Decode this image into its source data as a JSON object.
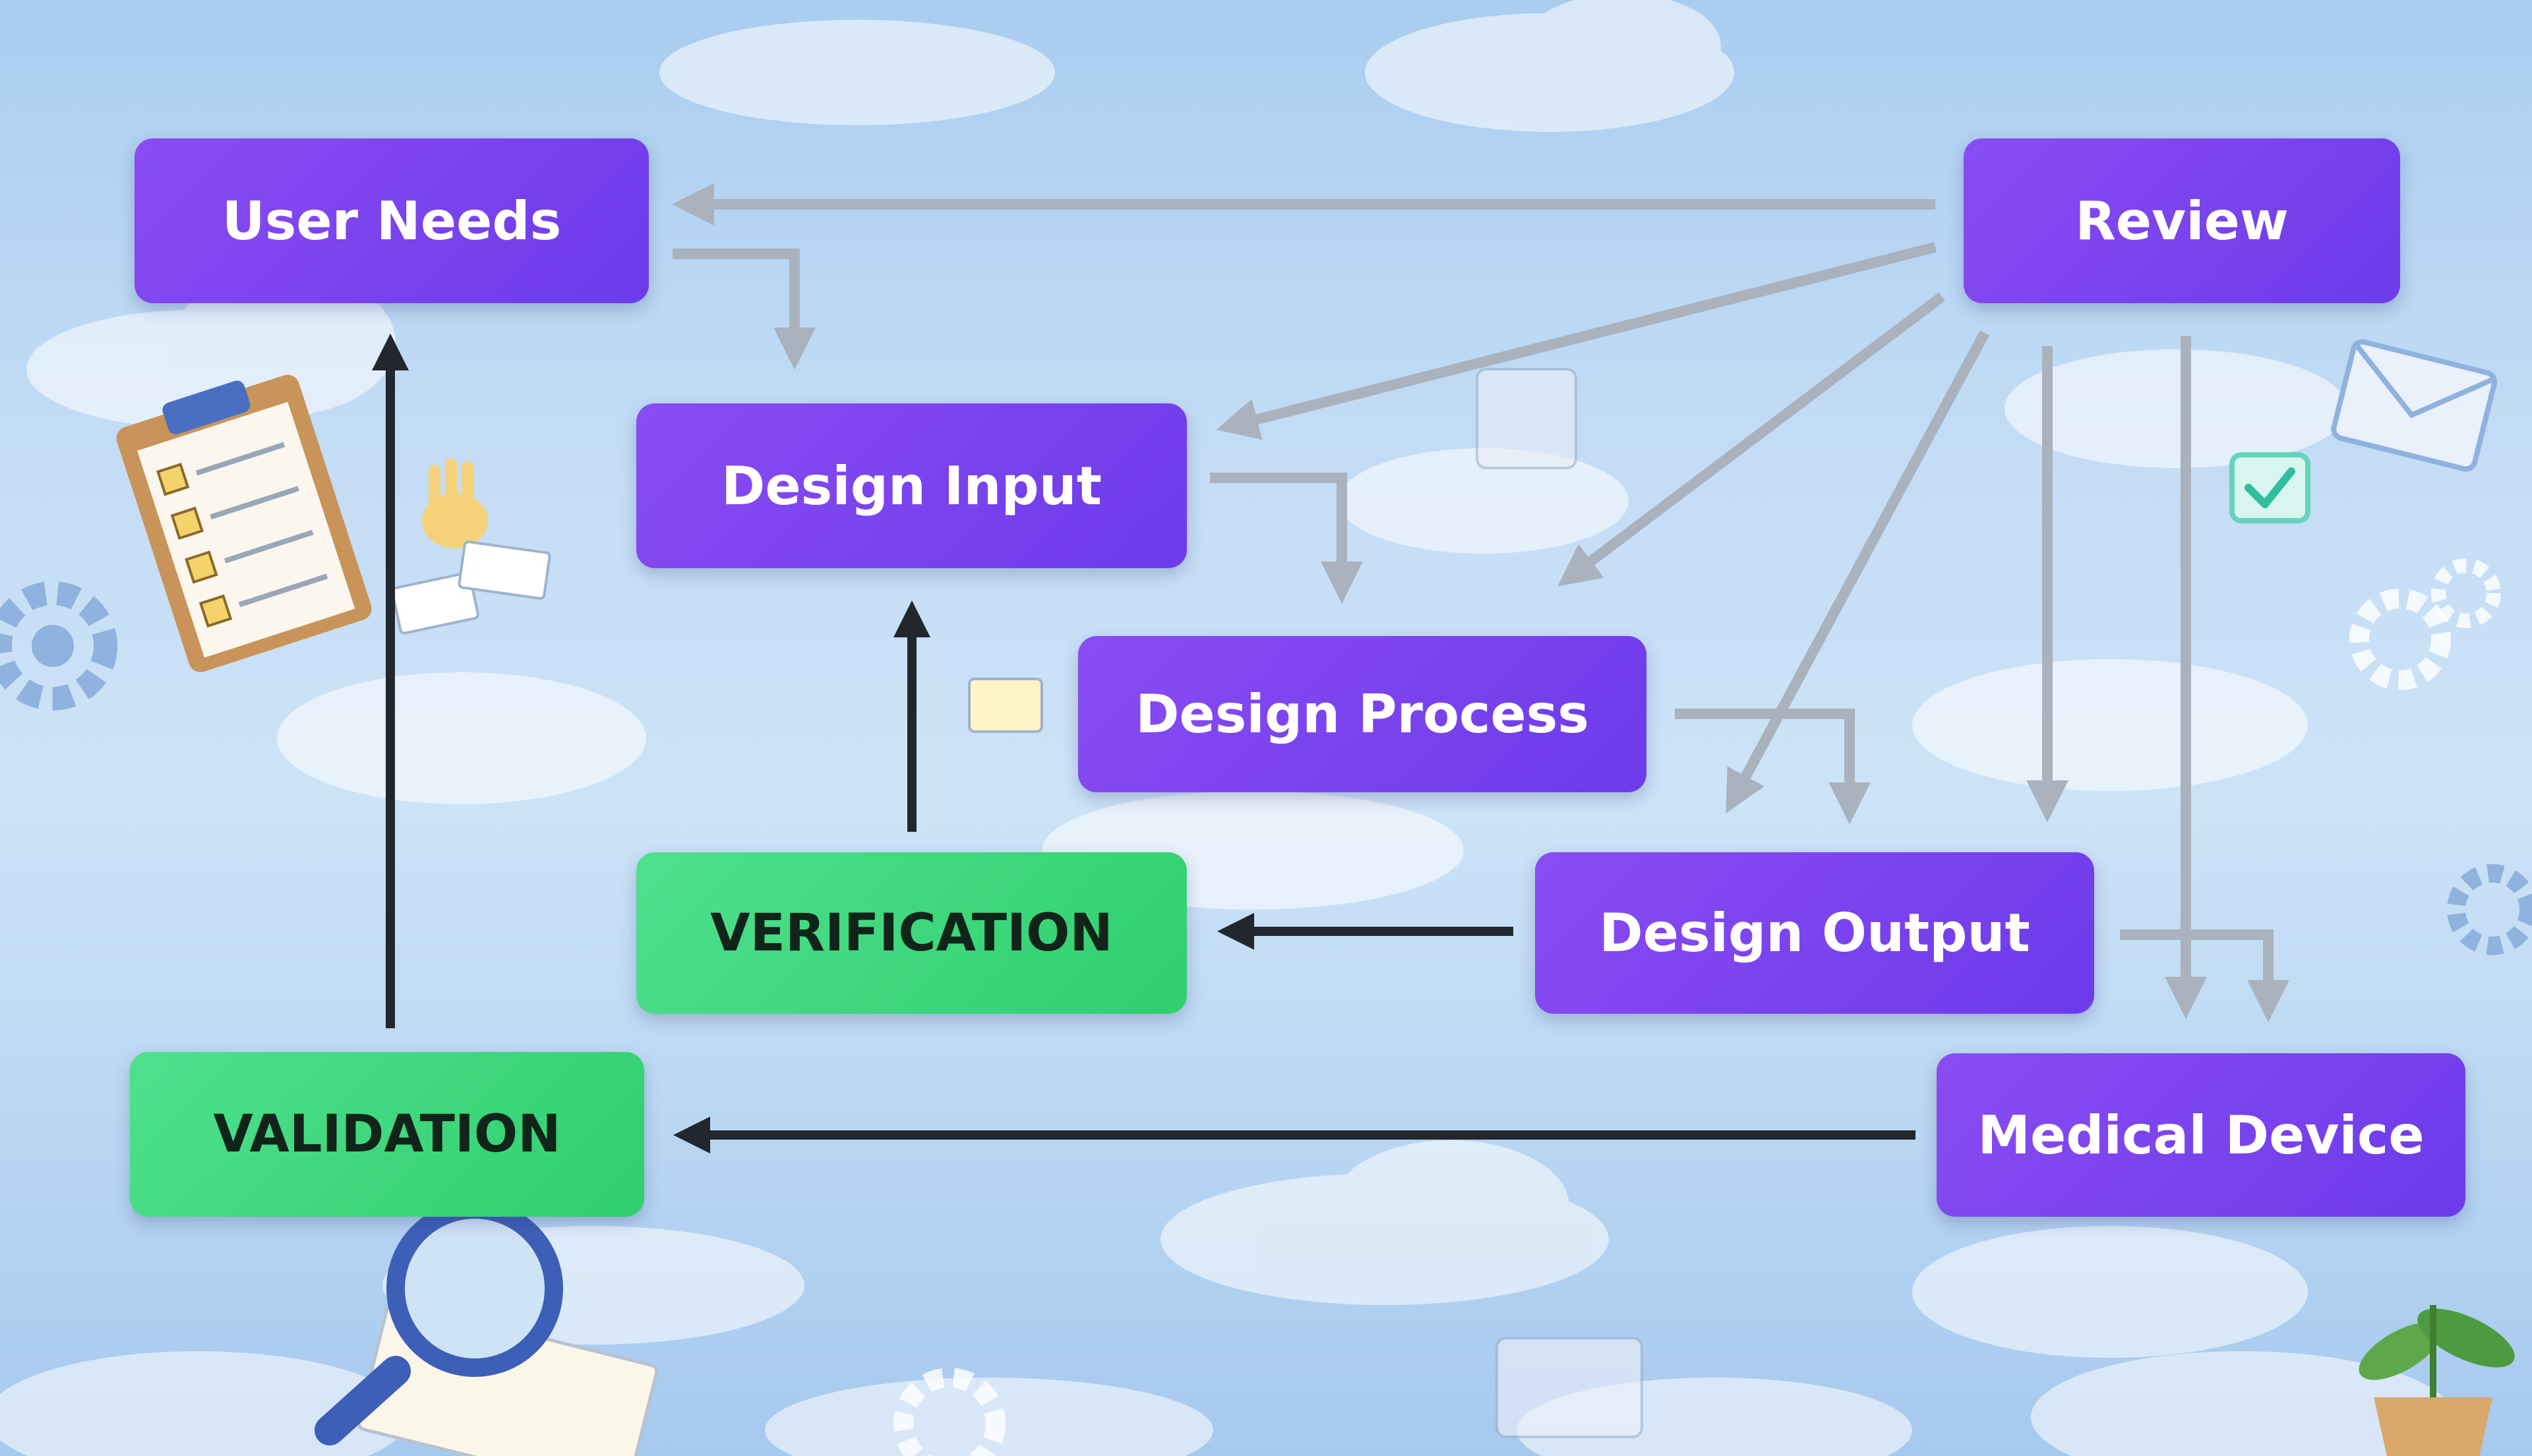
{
  "nodes": {
    "user_needs": "User Needs",
    "review": "Review",
    "design_input": "Design Input",
    "design_process": "Design Process",
    "verification": "VERIFICATION",
    "design_output": "Design Output",
    "validation": "VALIDATION",
    "medical_device": "Medical Device"
  },
  "colors": {
    "phase_node": "#7a44ef",
    "check_node": "#3ed87d",
    "review_arrow": "#a9b2bd",
    "flow_arrow": "#22272e",
    "background": "#bcd8f4"
  },
  "edges": [
    {
      "from": "review",
      "to": "user_needs",
      "style": "gray"
    },
    {
      "from": "user_needs",
      "to": "design_input",
      "style": "gray"
    },
    {
      "from": "review",
      "to": "design_input",
      "style": "gray"
    },
    {
      "from": "review",
      "to": "design_process",
      "style": "gray"
    },
    {
      "from": "review",
      "to": "design_output",
      "style": "gray"
    },
    {
      "from": "review",
      "to": "medical_device",
      "style": "gray"
    },
    {
      "from": "design_input",
      "to": "design_process",
      "style": "gray"
    },
    {
      "from": "design_process",
      "to": "design_output",
      "style": "gray"
    },
    {
      "from": "design_output",
      "to": "medical_device",
      "style": "gray"
    },
    {
      "from": "design_output",
      "to": "verification",
      "style": "dark"
    },
    {
      "from": "verification",
      "to": "design_input",
      "style": "dark"
    },
    {
      "from": "medical_device",
      "to": "validation",
      "style": "dark"
    },
    {
      "from": "validation",
      "to": "user_needs",
      "style": "dark"
    }
  ],
  "decorations": [
    "clipboard-checklist-icon",
    "magnifier-icon",
    "gear-icon",
    "checkbox-icon",
    "envelope-icon",
    "potted-plant-icon",
    "hand-icon",
    "document-icon"
  ]
}
